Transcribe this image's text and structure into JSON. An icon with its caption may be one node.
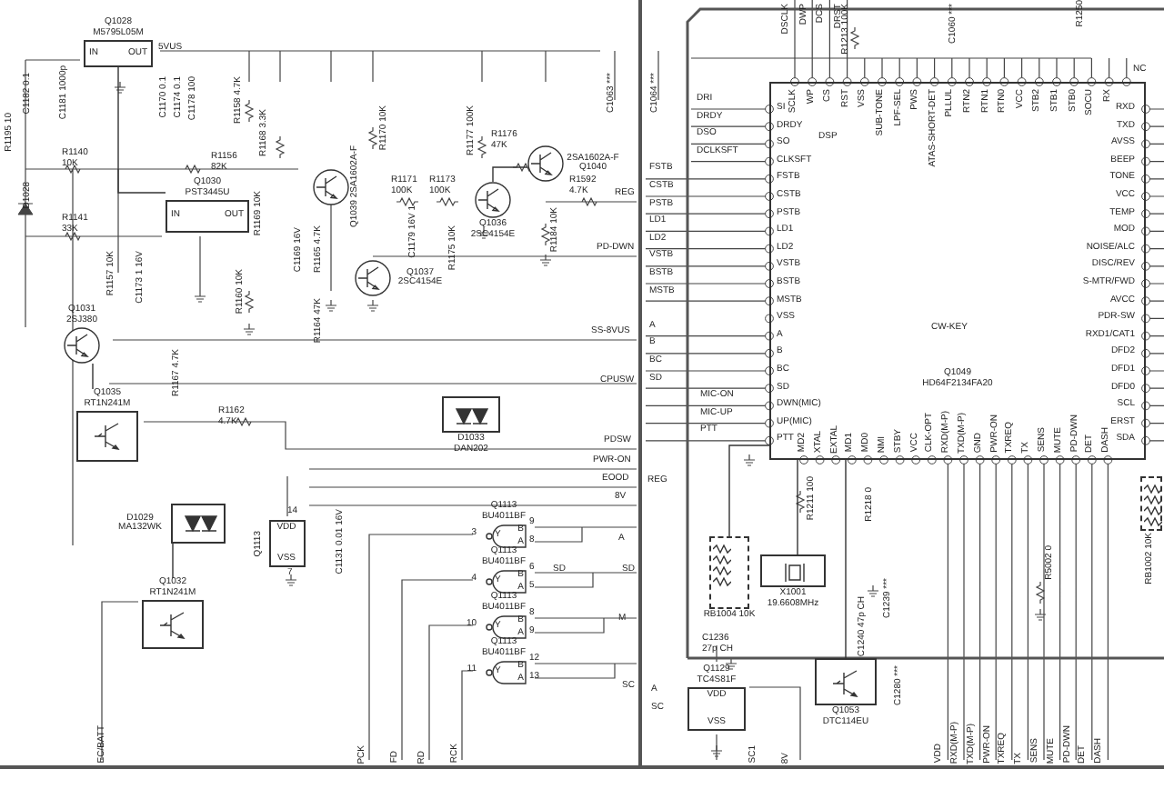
{
  "diagram": {
    "nodes": [
      {
        "text": [
          "Q1028 M5795L05M",
          "IN",
          "OUT"
        ]
      },
      {
        "text": [
          "Q1030 PST3445U",
          "IN",
          "OUT"
        ]
      },
      {
        "text": [],
        "shape": "circle",
        "beside": [
          "Q1031 2SJ380"
        ]
      },
      {
        "text": [],
        "shape": "circle",
        "beside": [
          "Q1039 2SA1602A-F"
        ]
      },
      {
        "text": [],
        "shape": "circle",
        "beside": [
          "Q1037 2SC4154E"
        ]
      },
      {
        "text": [],
        "shape": "circle",
        "beside": [
          "Q1036 2SC4154E"
        ]
      },
      {
        "text": [],
        "shape": "circle",
        "beside": [
          "2SA1602A-F Q1040"
        ]
      },
      {
        "text": [
          "Q1035 RT1N241M"
        ]
      },
      {
        "text": [
          "D1033 DAN202"
        ]
      },
      {
        "text": [
          "D1029 MA132WK"
        ]
      },
      {
        "text": [
          "Q1032 RT1N241M"
        ]
      },
      {
        "text": [
          "Q1113",
          "VDD",
          "VSS"
        ]
      },
      {
        "text": [
          "Q1113 BU4011BF",
          "B",
          "A",
          "Y"
        ]
      },
      {
        "text": [
          "Q1113 BU4011BF",
          "B",
          "A",
          "Y"
        ]
      },
      {
        "text": [
          "Q1113 BU4011BF",
          "B",
          "A",
          "Y"
        ]
      },
      {
        "text": [
          "Q1113 BU4011BF",
          "B",
          "A",
          "Y"
        ]
      },
      {
        "text": [
          "Q1049 HD64F2134FA20"
        ]
      },
      {
        "text": [
          "X1001 19.6608MHz"
        ]
      },
      {
        "text": [
          "RB1004 10K"
        ]
      },
      {
        "text": [
          "RB1002 10K"
        ]
      },
      {
        "text": [
          "Q1129 TC4S81F",
          "VDD",
          "VSS"
        ]
      },
      {
        "text": [
          "Q1053 DTC114EU"
        ]
      }
    ],
    "edges": [
      {
        "from": 0,
        "to": 1,
        "arrow": "none"
      },
      {
        "from": 2,
        "to": 7,
        "arrow": "none"
      },
      {
        "from": 9,
        "to": 10,
        "arrow": "none"
      },
      {
        "from": 5,
        "to": 6,
        "arrow": "none"
      },
      {
        "from": 17,
        "to": 16,
        "arrow": "none"
      },
      {
        "from": 18,
        "to": 16,
        "arrow": "none"
      },
      {
        "from": 21,
        "to": 16,
        "arrow": "none"
      }
    ],
    "labels": [
      "5VUS",
      "C1182 0.1",
      "C1181 1000p",
      "R1195 10",
      "D1028",
      "R1140 10K",
      "R1141 33K",
      "R1156 82K",
      "C1170 0.1",
      "C1174 0.1",
      "C1178 100",
      "R1158 4.7K",
      "R1168 3.3K",
      "R1169 10K",
      "R1160 10K",
      "R1157 10K",
      "C1173 1 16V",
      "C1169 16V",
      "R1165 4.7K",
      "R1164 47K",
      "R1170 10K",
      "R1171 100K",
      "R1173 100K",
      "C1179 16V 1",
      "R1175 10K",
      "R1176 47K",
      "R1177 100K",
      "R1592 4.7K",
      "R1184 10K",
      "C1063 ***",
      "C1064 ***",
      "REG",
      "PD-DWN",
      "SS-8VUS",
      "R1167 4.7K",
      "CPUSW",
      "R1162 4.7K",
      "PDSW",
      "PWR-ON",
      "EOOD",
      "8V",
      "C1131 0.01 16V",
      "14",
      "7",
      "3",
      "9",
      "8",
      "4",
      "6",
      "5",
      "10",
      "8",
      "9",
      "11",
      "12",
      "13",
      "SD",
      "A",
      "SD",
      "M",
      "SC",
      "REG",
      "A",
      "SC",
      "C1236 27p CH",
      "R1211 100",
      "R1218 0",
      "C1240 47p CH",
      "C1239 ***",
      "R5002 0",
      "C1280 ***",
      "EC/BATT",
      "PCK",
      "FD",
      "RD",
      "RCK",
      "SC1",
      "8V",
      "DSCLK",
      "DWP",
      "DCS",
      "DRST",
      "R1213 100K",
      "C1060 ***",
      "R1250",
      "NC",
      "DSP",
      "CW-KEY",
      "DRI",
      "DRDY",
      "DSO",
      "DCLKSFT",
      "FSTB",
      "CSTB",
      "PSTB",
      "LD1",
      "LD2",
      "VSTB",
      "BSTB",
      "MSTB",
      "A",
      "B",
      "BC",
      "SD",
      "MIC-ON",
      "MIC-UP",
      "PTT",
      "VDD",
      "RXD(M-P)",
      "TXD(M-P)",
      "PWR-ON",
      "TXREQ",
      "TX",
      "SENS",
      "MUTE",
      "PD-DWN",
      "DET",
      "DASH",
      "SI",
      "DRDY",
      "SO",
      "CLKSFT",
      "FSTB",
      "CSTB",
      "PSTB",
      "LD1",
      "LD2",
      "VSTB",
      "BSTB",
      "MSTB",
      "VSS",
      "A",
      "B",
      "BC",
      "SD",
      "DWN(MIC)",
      "UP(MIC)",
      "PTT",
      "SCLK",
      "WP",
      "CS",
      "RST",
      "VSS",
      "SUB-TONE",
      "LPF-SEL",
      "PWS",
      "ATAS-SHORT-DET",
      "PLLUL",
      "RTN2",
      "RTN1",
      "RTN0",
      "VCC",
      "STB2",
      "STB1",
      "STB0",
      "SOCU",
      "RX",
      "RXD",
      "TXD",
      "AVSS",
      "BEEP",
      "TONE",
      "VCC",
      "TEMP",
      "MOD",
      "NOISE/ALC",
      "DISC/REV",
      "S-MTR/FWD",
      "AVCC",
      "PDR-SW",
      "RXD1/CAT1",
      "DFD2",
      "DFD1",
      "DFD0",
      "SCL",
      "ERST",
      "SDA",
      "MD2",
      "XTAL",
      "EXTAL",
      "MD1",
      "MD0",
      "NMI",
      "STBY",
      "VCC",
      "CLK-OPT",
      "RXD(M-P)",
      "TXD(M-P)",
      "GND",
      "PWR-ON",
      "TXREQ",
      "TX",
      "SENS",
      "MUTE",
      "PD-DWN",
      "DET",
      "DASH"
    ]
  }
}
